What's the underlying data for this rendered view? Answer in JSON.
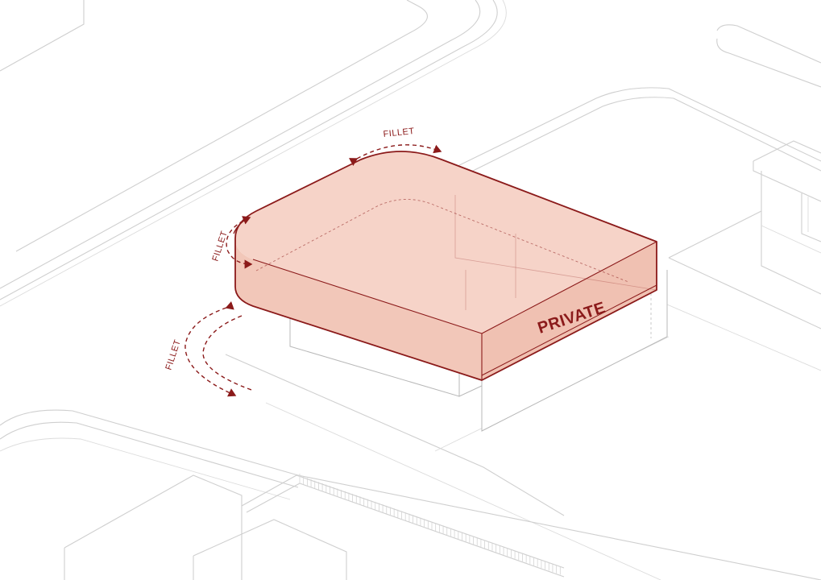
{
  "diagram": {
    "volume_label": "PRIVATE",
    "annotations": [
      {
        "id": "top",
        "text": "FILLET"
      },
      {
        "id": "side",
        "text": "FILLET"
      },
      {
        "id": "ground",
        "text": "FILLET"
      }
    ]
  },
  "colors": {
    "accent": "#8b1a1a",
    "volume_fill": "#f6d3c8",
    "volume_side": "#f1c4b6",
    "context_line": "#cfcfcf"
  }
}
